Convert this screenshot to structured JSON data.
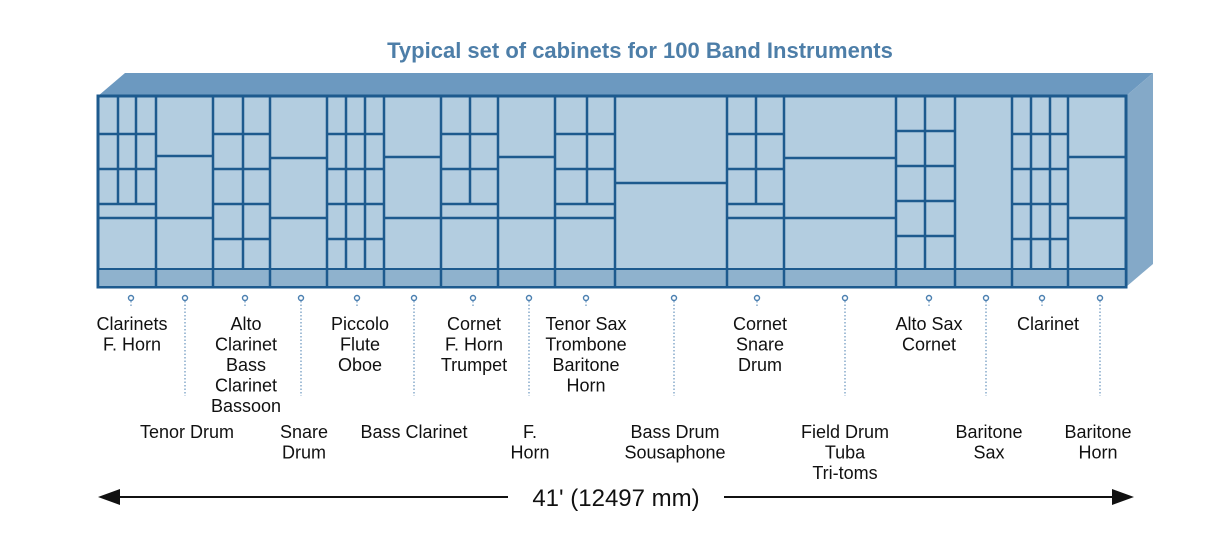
{
  "title": "Typical set of cabinets for 100 Band Instruments",
  "dimension_label": "41' (12497 mm)",
  "colors": {
    "title": "#4d7ea8",
    "cabinet_fill": "#b3cde0",
    "cabinet_line": "#1d5a8e",
    "top_face": "#6c99c0",
    "side_face": "#84a9c8",
    "leader": "#4a7fb0"
  },
  "upper_labels": [
    {
      "lines": [
        "Clarinets",
        "F. Horn"
      ]
    },
    {
      "lines": [
        "Alto",
        "Clarinet",
        "Bass",
        "Clarinet",
        "Bassoon"
      ]
    },
    {
      "lines": [
        "Piccolo",
        "Flute",
        "Oboe"
      ]
    },
    {
      "lines": [
        "Cornet",
        "F. Horn",
        "Trumpet"
      ]
    },
    {
      "lines": [
        "Tenor Sax",
        "Trombone",
        "Baritone",
        "Horn"
      ]
    },
    {
      "lines": [
        "Cornet",
        "Snare",
        "Drum"
      ]
    },
    {
      "lines": [
        "Alto Sax",
        "Cornet"
      ]
    },
    {
      "lines": [
        "Clarinet"
      ]
    }
  ],
  "lower_labels": [
    {
      "lines": [
        "Tenor Drum"
      ]
    },
    {
      "lines": [
        "Snare",
        "Drum"
      ]
    },
    {
      "lines": [
        "Bass Clarinet"
      ]
    },
    {
      "lines": [
        "F.",
        "Horn"
      ]
    },
    {
      "lines": [
        "Bass Drum",
        "Sousaphone"
      ]
    },
    {
      "lines": [
        "Field Drum",
        "Tuba",
        "Tri-toms"
      ]
    },
    {
      "lines": [
        "Baritone",
        "Sax"
      ]
    },
    {
      "lines": [
        "Baritone",
        "Horn"
      ]
    }
  ]
}
